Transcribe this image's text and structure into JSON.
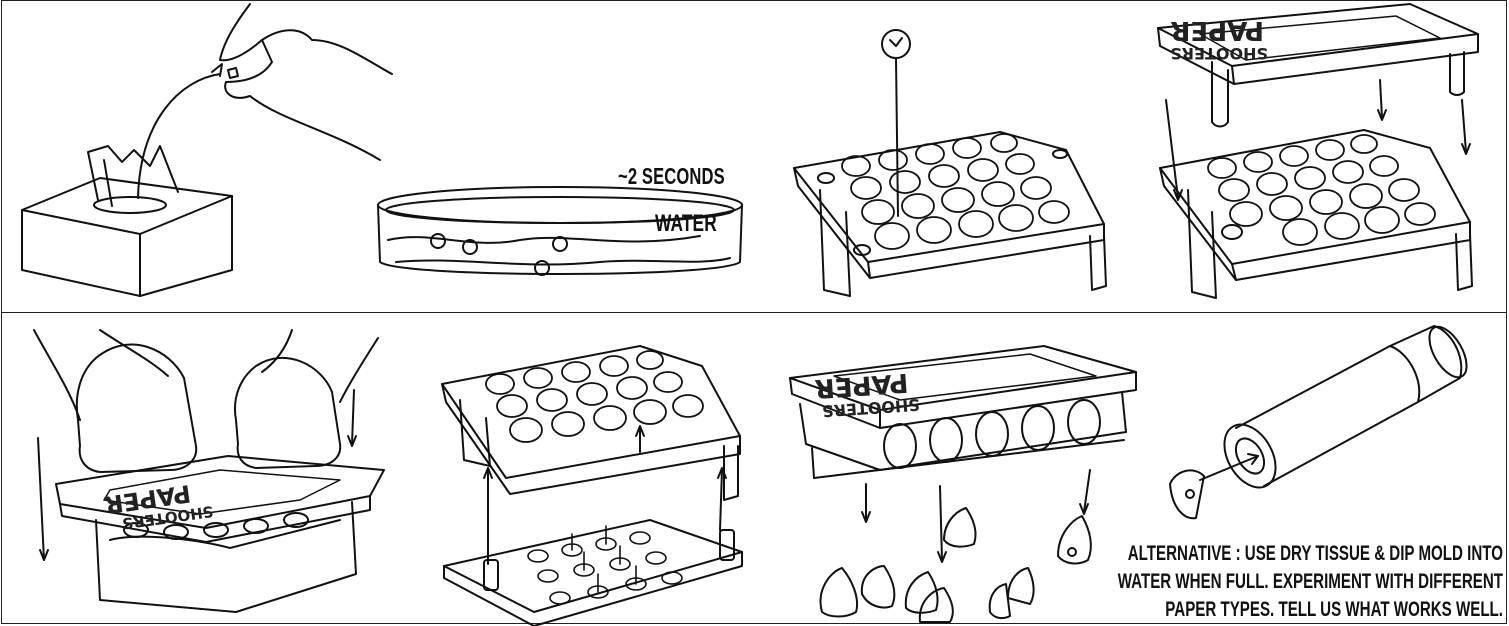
{
  "panels": {
    "step2": {
      "duration_label": "~2 SECONDS",
      "water_label": "WATER"
    },
    "step8": {
      "note_lines": [
        "ALTERNATIVE : USE DRY TISSUE & DIP MOLD INTO",
        "WATER WHEN FULL.  EXPERIMENT WITH DIFFERENT",
        "PAPER TYPES. TELL US WHAT WORKS WELL."
      ]
    }
  },
  "tray_brand": {
    "line1": "PAPER",
    "line2": "SHOOTERS"
  },
  "colors": {
    "ink": "#111111",
    "background": "#ffffff"
  }
}
